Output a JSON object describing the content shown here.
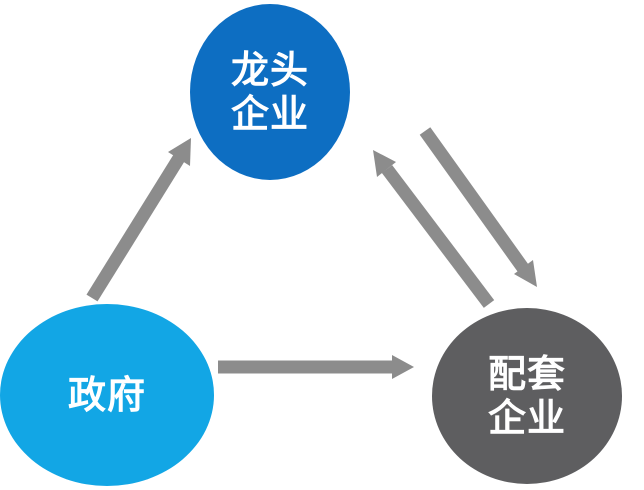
{
  "colors": {
    "lead_enterprise": "#0d6ec2",
    "government": "#12a6e5",
    "supporting_enterprise": "#5e5e60",
    "arrow": "#8c8c8c"
  },
  "nodes": {
    "lead_enterprise": {
      "line1": "龙头",
      "line2": "企业"
    },
    "government": {
      "line1": "政府"
    },
    "supporting_enterprise": {
      "line1": "配套",
      "line2": "企业"
    }
  }
}
